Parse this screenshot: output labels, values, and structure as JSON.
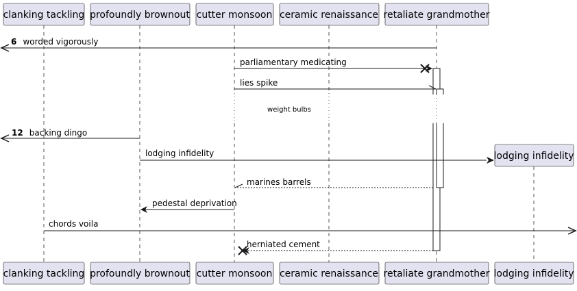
{
  "diagram": {
    "type": "sequence",
    "participants": [
      {
        "id": "p1",
        "label": "clanking tackling"
      },
      {
        "id": "p2",
        "label": "profoundly brownout"
      },
      {
        "id": "p3",
        "label": "cutter monsoon"
      },
      {
        "id": "p4",
        "label": "ceramic renaissance"
      },
      {
        "id": "p5",
        "label": "retaliate grandmother"
      },
      {
        "id": "p6",
        "label": "lodging infidelity"
      }
    ],
    "messages": [
      {
        "id": "m1",
        "number": "6",
        "label": "worded vigorously",
        "from": "p5",
        "to": "left-edge",
        "style": "solid"
      },
      {
        "id": "m2",
        "number": "",
        "label": "parliamentary medicating",
        "from": "p3",
        "to": "p5",
        "style": "solid",
        "destroy_target": true
      },
      {
        "id": "m3",
        "number": "",
        "label": "lies spike",
        "from": "p3",
        "to": "p5",
        "style": "solid-async"
      },
      {
        "id": "m4",
        "number": "12",
        "label": "backing dingo",
        "from": "p2",
        "to": "left-edge",
        "style": "solid"
      },
      {
        "id": "m5",
        "number": "",
        "label": "lodging infidelity",
        "from": "p2",
        "to": "p6",
        "style": "solid",
        "creates": "p6"
      },
      {
        "id": "m6",
        "number": "",
        "label": "marines barrels",
        "from": "p5",
        "to": "p3",
        "style": "dashed-async"
      },
      {
        "id": "m7",
        "number": "",
        "label": "pedestal deprivation",
        "from": "p3",
        "to": "p2",
        "style": "solid"
      },
      {
        "id": "m8",
        "number": "",
        "label": "chords voila",
        "from": "p1",
        "to": "right-edge",
        "style": "solid"
      },
      {
        "id": "m9",
        "number": "",
        "label": "herniated cement",
        "from": "p5",
        "to": "p3",
        "style": "dashed",
        "destroy_target": true
      }
    ],
    "delay_note": "weight bulbs",
    "colors": {
      "participant_fill": "#E2E2F0",
      "participant_border": "#181818",
      "lifeline": "#555555",
      "arrow": "#181818",
      "activation_fill": "#ffffff"
    }
  }
}
